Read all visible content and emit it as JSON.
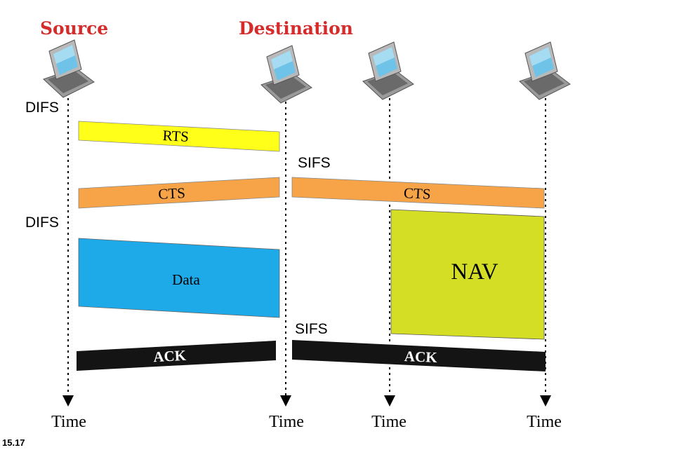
{
  "labels": {
    "source": "Source",
    "destination": "Destination",
    "difs_1": "DIFS",
    "difs_2": "DIFS",
    "sifs_1": "SIFS",
    "sifs_2": "SIFS",
    "rts": "RTS",
    "cts_left": "CTS",
    "cts_right": "CTS",
    "data": "Data",
    "nav": "NAV",
    "ack_left": "ACK",
    "ack_right": "ACK",
    "time_1": "Time",
    "time_2": "Time",
    "time_3": "Time",
    "time_4": "Time",
    "figure_number": "15.17"
  },
  "colors": {
    "title_red": "#d42b2b",
    "rts": "#ffff1a",
    "cts": "#f6a447",
    "data": "#1eaae8",
    "nav": "#d3de25",
    "ack": "#141414",
    "laptop_body": "#b9b9b9",
    "laptop_screen": "#6fc3e8"
  },
  "icons": [
    "laptop-icon",
    "laptop-icon",
    "laptop-icon",
    "laptop-icon"
  ]
}
